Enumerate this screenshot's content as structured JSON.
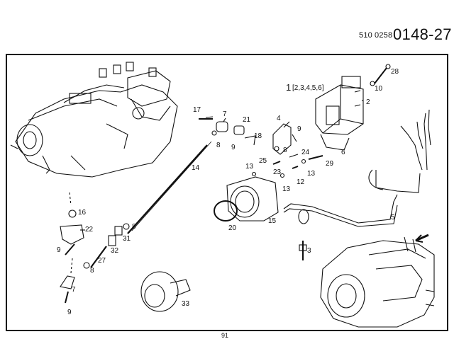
{
  "header": {
    "code_prefix_1": "510",
    "code_prefix_2": "0258",
    "code_main": "0148-27"
  },
  "callouts": {
    "c1": "1",
    "c1_sub": "[2,3,4,5,6]",
    "c2": "2",
    "c3": "3",
    "c4": "4",
    "c5": "5",
    "c6": "6",
    "c7a": "7",
    "c7b": "7",
    "c8a": "8",
    "c8b": "8",
    "c8c": "8",
    "c8d": "8",
    "c9a": "9",
    "c9b": "9",
    "c9c": "9",
    "c9d": "9",
    "c10": "10",
    "c12": "12",
    "c13a": "13",
    "c13b": "13",
    "c13c": "13",
    "c14": "14",
    "c15": "15",
    "c16": "16",
    "c17": "17",
    "c18": "18",
    "c20": "20",
    "c21": "21",
    "c22": "22",
    "c23": "23",
    "c24": "24",
    "c25": "25",
    "c27": "27",
    "c28": "28",
    "c29": "29",
    "c31": "31",
    "c32": "32",
    "c33": "33"
  },
  "footer": {
    "page": "91"
  }
}
